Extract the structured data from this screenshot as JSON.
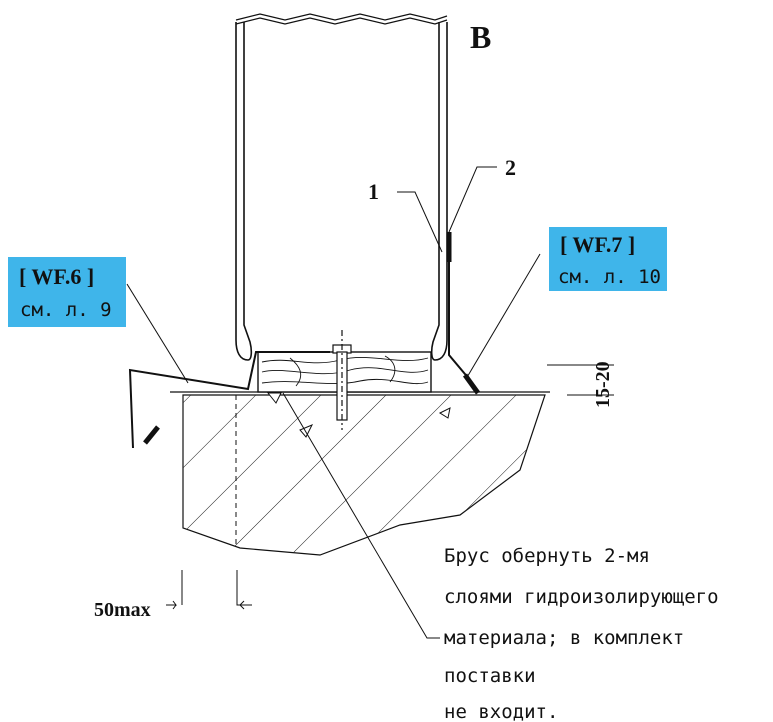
{
  "detail": {
    "letter": "B"
  },
  "labels": {
    "item1": "1",
    "item2": "2",
    "dimension_gap": "15-20",
    "dimension_max": "50max"
  },
  "callouts": [
    {
      "id": "wf6",
      "title": "[ WF.6 ]",
      "subtitle": "см. л. 9",
      "color": "#3fb5ea"
    },
    {
      "id": "wf7",
      "title": "[ WF.7 ]",
      "subtitle": "см. л. 10",
      "color": "#3fb5ea"
    }
  ],
  "note": {
    "lines": [
      "Брус обернуть 2-мя",
      "слоями гидроизолирующего",
      "материала; в комплект",
      "поставки",
      "не входит."
    ]
  }
}
